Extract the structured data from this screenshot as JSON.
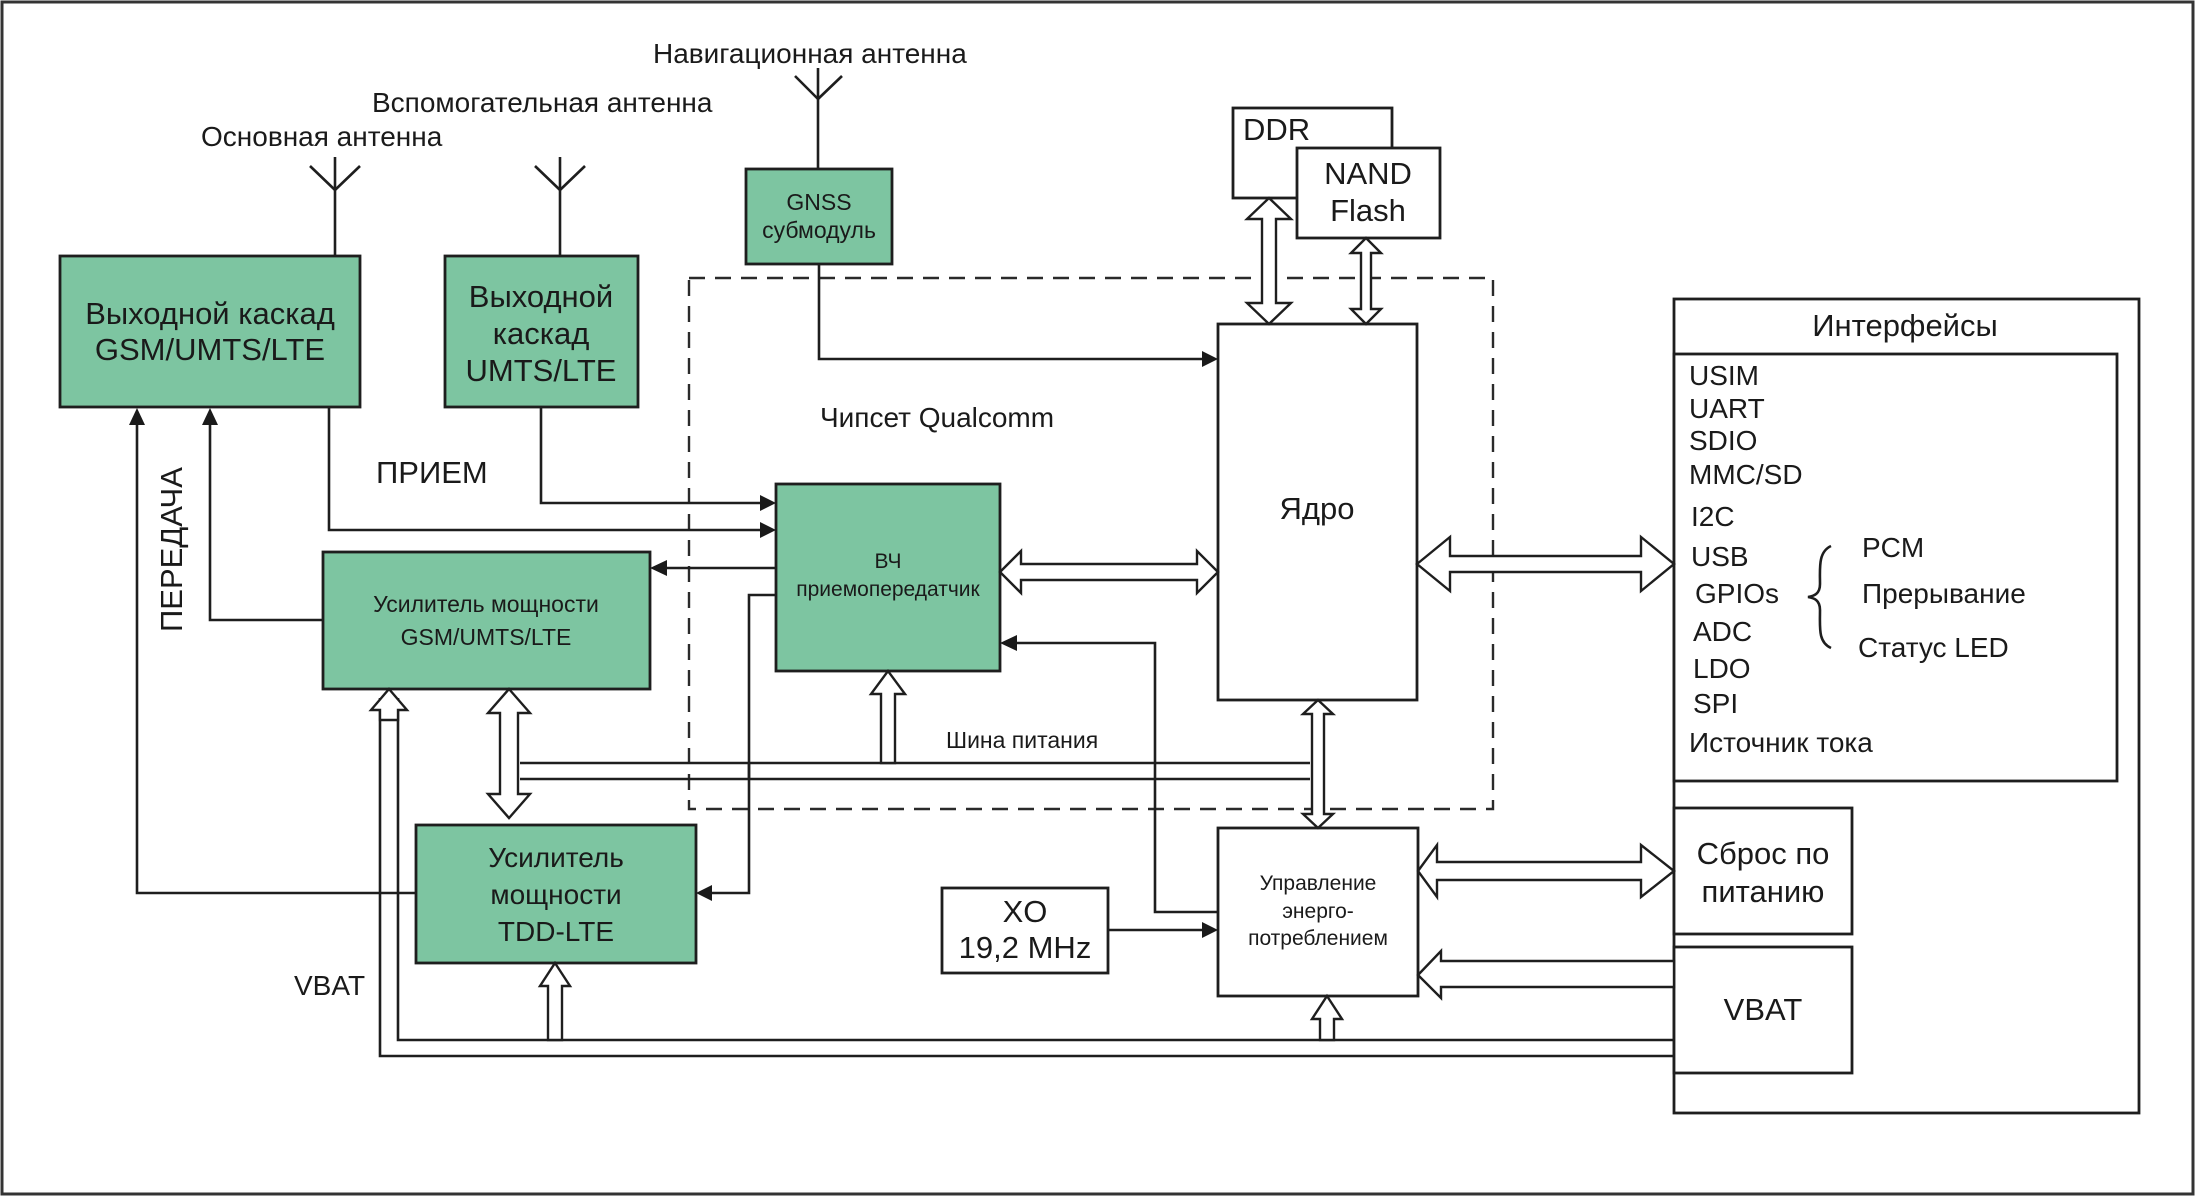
{
  "title": "Структурная схема модуля на чипсете Qualcomm",
  "colors": {
    "block_fill": "#7dc5a1",
    "line": "#1e1e1e",
    "background": "#ffffff"
  },
  "antennas": {
    "main": "Основная антенна",
    "aux": "Вспомогательная антенна",
    "nav": "Навигационная антенна"
  },
  "blocks": {
    "frontend_gsm": [
      "Выходной каскад",
      "GSM/UMTS/LTE"
    ],
    "frontend_umts": [
      "Выходной",
      "каскад",
      "UMTS/LTE"
    ],
    "gnss": [
      "GNSS",
      "субмодуль"
    ],
    "ddr": "DDR",
    "nand": [
      "NAND",
      "Flash"
    ],
    "chipset_label": "Чипсет Qualcomm",
    "rf_transceiver": [
      "ВЧ",
      "приемопередатчик"
    ],
    "core": "Ядро",
    "pa_gsm": [
      "Усилитель мощности",
      "GSM/UMTS/LTE"
    ],
    "pa_tdd": [
      "Усилитель",
      "мощности",
      "TDD-LTE"
    ],
    "xo": [
      "XO",
      "19,2 MHz"
    ],
    "pmu": [
      "Управление",
      "энерго-",
      "потреблением"
    ],
    "power_reset": [
      "Сброс по",
      "питанию"
    ],
    "vbat_block": "VBAT"
  },
  "labels": {
    "receive": "ПРИЕМ",
    "transmit": "ПЕРЕДАЧА",
    "power_bus": "Шина питания",
    "vbat": "VBAT"
  },
  "interfaces": {
    "title": "Интерфейсы",
    "items": [
      "USIM",
      "UART",
      "SDIO",
      "MMC/SD",
      "I2C",
      "USB",
      "GPIOs",
      "ADC",
      "LDO",
      "SPI",
      "Источник тока"
    ],
    "gpio_functions": [
      "PCM",
      "Прерывание",
      "Статус LED"
    ]
  }
}
